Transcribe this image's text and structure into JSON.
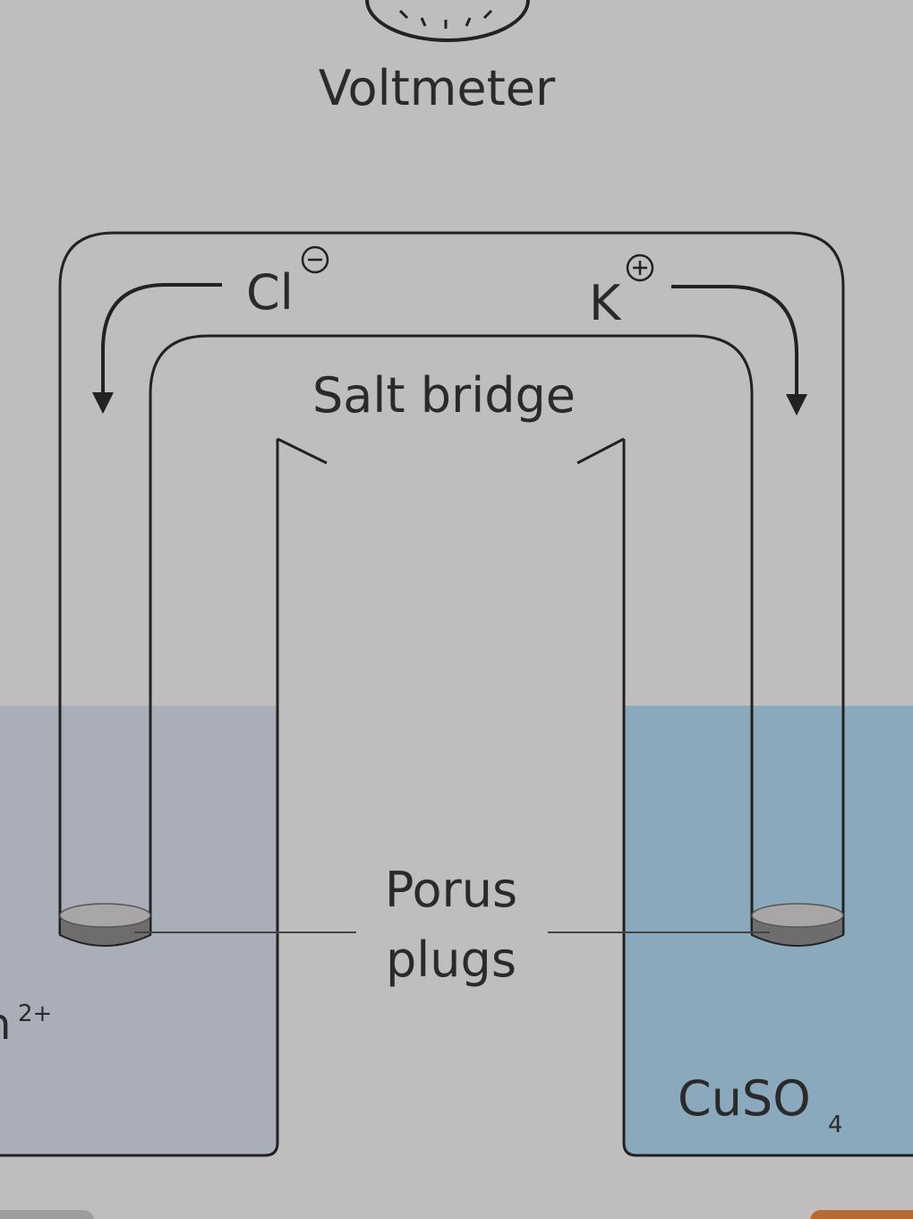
{
  "labels": {
    "voltmeter": "Voltmeter",
    "chloride": "Cl",
    "chloride_charge": "−",
    "potassium": "K",
    "potassium_charge": "+",
    "salt_bridge": "Salt bridge",
    "porus_line1": "Porus",
    "porus_line2": "plugs",
    "left_solution_partial": "n",
    "left_solution_charge": "2+",
    "right_solution": "CuSO",
    "right_solution_sub": "4"
  },
  "colors": {
    "background": "#c0bdbe",
    "left_solution": "#a9aeb9",
    "right_solution": "#8aa9bc",
    "outline": "#222222",
    "plug_dark": "#6e6c6d",
    "plug_light": "#a8a6a7",
    "tab_left": "#9e9c9d",
    "tab_right": "#b86a33"
  }
}
